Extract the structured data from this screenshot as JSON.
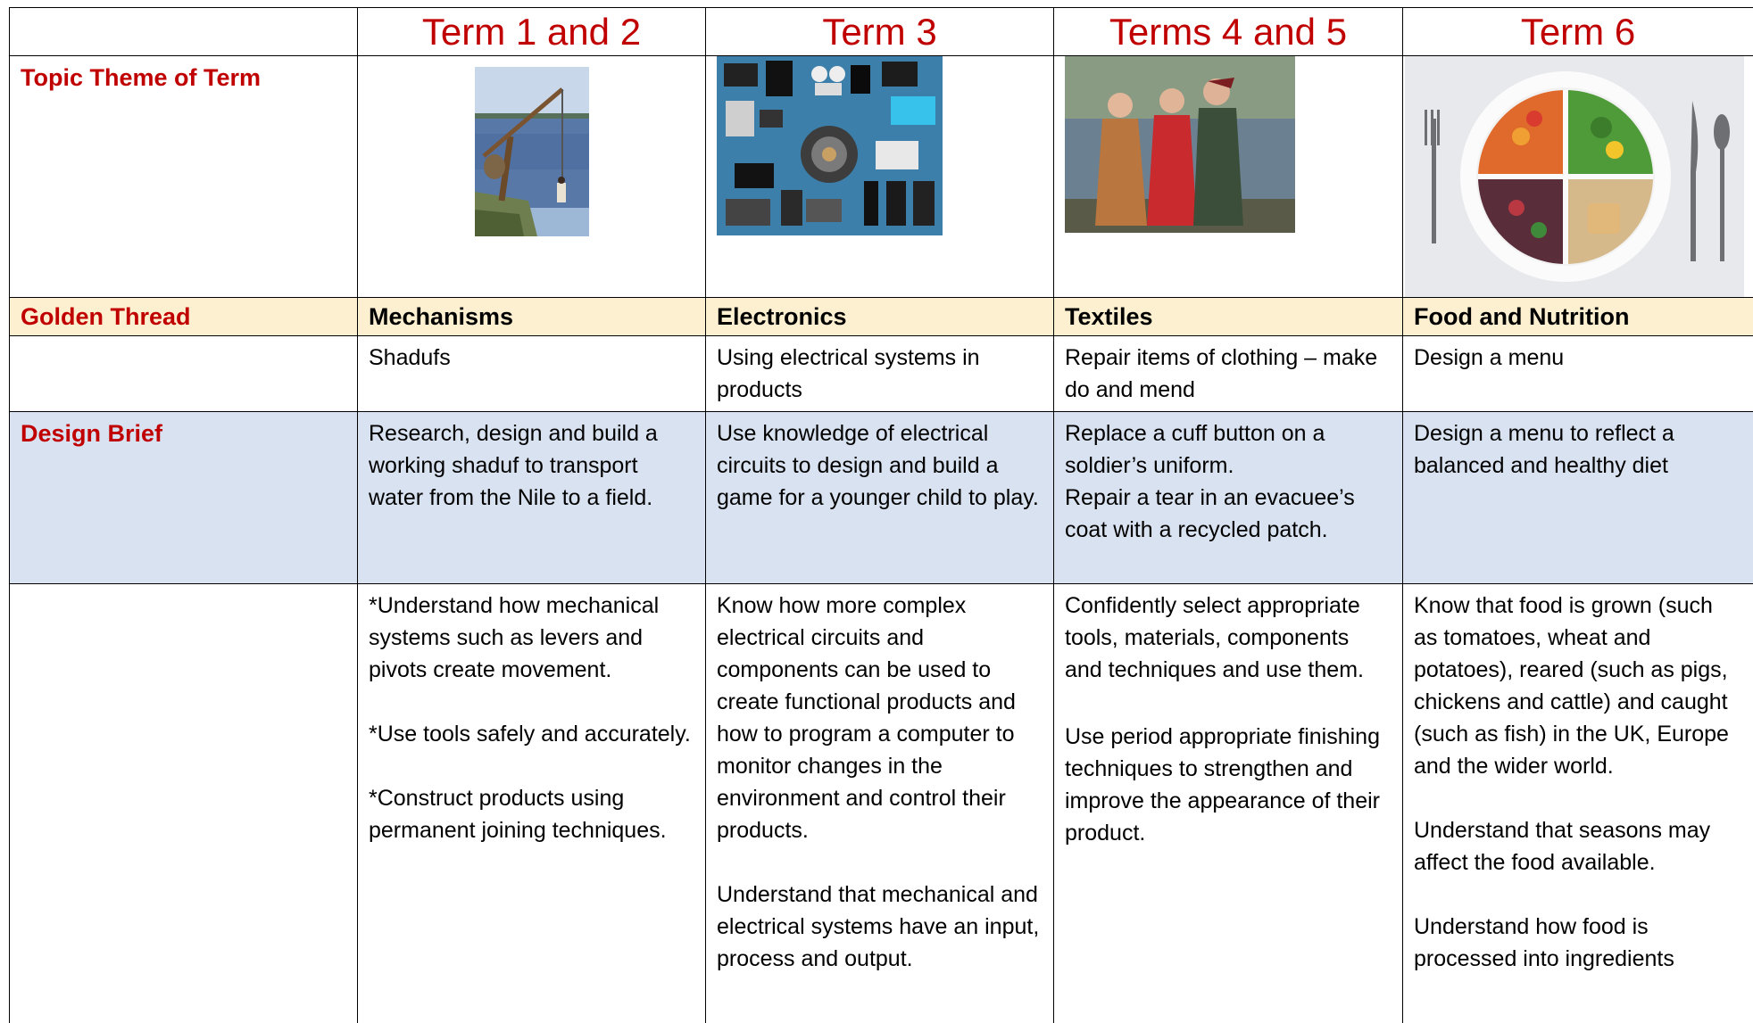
{
  "header": {
    "blank": "",
    "terms": [
      "Term 1 and 2",
      "Term 3",
      "Terms 4 and 5",
      "Term 6"
    ]
  },
  "topic_row": {
    "label": "Topic Theme of Term",
    "images": [
      "shaduf-photo",
      "electronics-flatlay-photo",
      "wartime-women-photo",
      "healthy-plate-photo"
    ]
  },
  "golden_thread": {
    "label": "Golden Thread",
    "values": [
      "Mechanisms",
      "Electronics",
      "Textiles",
      "Food and Nutrition"
    ]
  },
  "subtopic": {
    "label": "",
    "values": [
      "Shadufs",
      "Using electrical systems in products",
      "Repair items of clothing – make do and mend",
      "Design a menu"
    ]
  },
  "design_brief": {
    "label": "Design Brief",
    "values": [
      [
        "Research, design and build a working shaduf to transport water from the Nile to a field."
      ],
      [
        "Use knowledge of electrical circuits to design and build a game for a younger child to play."
      ],
      [
        "Replace a cuff button on a soldier’s uniform.",
        "Repair a tear in an evacuee’s coat with a recycled patch."
      ],
      [
        "Design a menu to reflect a balanced and healthy diet"
      ]
    ]
  },
  "knowledge": {
    "label": "",
    "term12": [
      "*Understand how mechanical systems such as levers and pivots create movement.",
      "*Use tools safely and accurately.",
      "*Construct products using permanent joining techniques."
    ],
    "term3": [
      "Know how more complex electrical circuits and components can be used to create functional products and how to program a computer to monitor changes in the environment and control their products.",
      "Understand that mechanical and electrical systems have an input, process and output."
    ],
    "term45": [
      "Confidently select appropriate tools, materials, components and techniques and use them.",
      "Use period appropriate finishing techniques to strengthen and improve the appearance of their product."
    ],
    "term6": [
      "Know that food is grown (such as tomatoes, wheat and potatoes), reared (such as pigs, chickens and cattle) and caught (such as fish) in the UK, Europe and the wider world.",
      "Understand that seasons may affect the food available.",
      "Understand how food is processed into ingredients"
    ]
  }
}
